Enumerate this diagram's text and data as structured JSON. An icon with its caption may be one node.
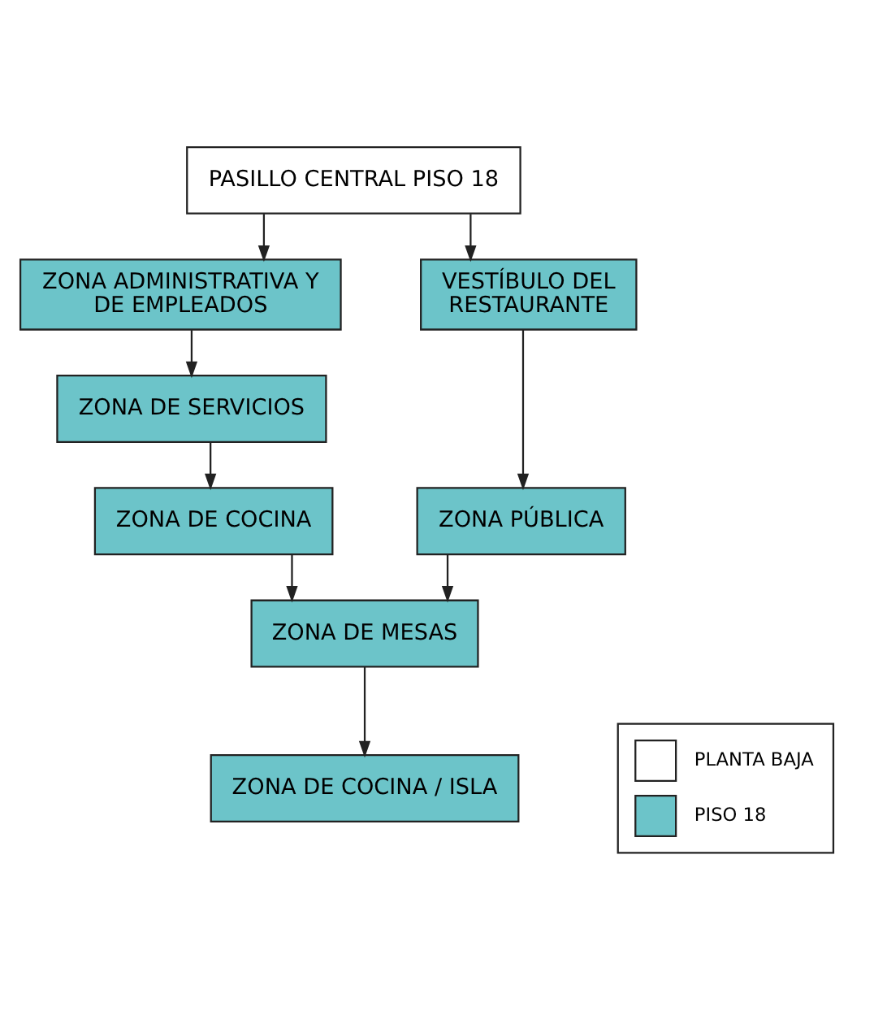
{
  "diagram": {
    "nodes": [
      {
        "text": [
          "PASILLO CENTRAL PISO 18"
        ]
      },
      {
        "text": [
          "ZONA ADMINISTRATIVA Y DE EMPLEADOS"
        ]
      },
      {
        "text": [
          "ZONA DE SERVICIOS"
        ]
      },
      {
        "text": [
          "ZONA DE COCINA"
        ]
      },
      {
        "text": [
          "VESTÍBULO DEL RESTAURANTE"
        ]
      },
      {
        "text": [
          "ZONA PÚBLICA"
        ]
      },
      {
        "text": [
          "ZONA DE MESAS"
        ]
      },
      {
        "text": [
          "ZONA DE COCINA / ISLA"
        ]
      }
    ],
    "edges": [
      {
        "from": 0,
        "to": 1,
        "arrow": "to"
      },
      {
        "from": 0,
        "to": 4,
        "arrow": "to"
      },
      {
        "from": 1,
        "to": 2,
        "arrow": "to"
      },
      {
        "from": 2,
        "to": 3,
        "arrow": "to"
      },
      {
        "from": 3,
        "to": 6,
        "arrow": "to"
      },
      {
        "from": 4,
        "to": 5,
        "arrow": "to"
      },
      {
        "from": 5,
        "to": 6,
        "arrow": "to"
      },
      {
        "from": 6,
        "to": 7,
        "arrow": "to"
      }
    ],
    "legend": [
      {
        "text": "PLANTA BAJA",
        "color": "#ffffff"
      },
      {
        "text": "PISO 18",
        "color": "#6cc4c9"
      }
    ]
  }
}
